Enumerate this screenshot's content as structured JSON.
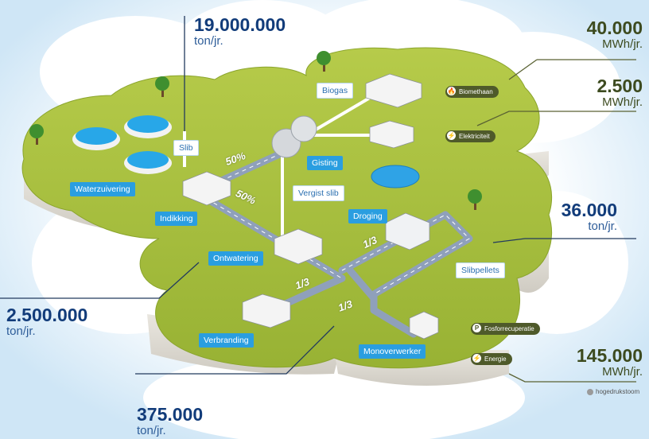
{
  "stats": {
    "sludge_total": {
      "value": "19.000.000",
      "unit": "ton/jr."
    },
    "biomethane": {
      "value": "40.000",
      "unit": "MWh/jr."
    },
    "electricity": {
      "value": "2.500",
      "unit": "MWh/jr."
    },
    "pellets": {
      "value": "36.000",
      "unit": "ton/jr."
    },
    "dewatering": {
      "value": "2.500.000",
      "unit": "ton/jr."
    },
    "incineration": {
      "value": "375.000",
      "unit": "ton/jr."
    },
    "energy": {
      "value": "145.000",
      "unit": "MWh/jr."
    }
  },
  "labels": {
    "waterzuivering": "Waterzuivering",
    "slib": "Slib",
    "indikking": "Indikking",
    "biogas": "Biogas",
    "gisting": "Gisting",
    "vergist_slib": "Vergist slib",
    "droging": "Droging",
    "ontwatering": "Ontwatering",
    "slibpellets": "Slibpellets",
    "verbranding": "Verbranding",
    "monoverwerker": "Monoverwerker"
  },
  "outputs": {
    "biomethaan": "Biomethaan",
    "elektriciteit": "Elektriciteit",
    "fosforrecuperatie": "Fosforrecuperatie",
    "energie": "Energie",
    "hogedrukstoom": "hogedrukstoom"
  },
  "fractions": {
    "p50a": "50%",
    "p50b": "50%",
    "t1": "1/3",
    "t2": "1/3",
    "t3": "1/3"
  },
  "colors": {
    "grass": "#a5be3c",
    "ground": "#dedbd3",
    "road": "#8fa0bb",
    "water": "#2fa3e6",
    "tag": "#2a9ee0",
    "stat_blue": "#123c7a",
    "stat_green": "#3d4b1f"
  },
  "icons": [
    "biomethaan-icon",
    "elektriciteit-icon",
    "fosfor-icon",
    "energie-icon",
    "steam-icon"
  ]
}
